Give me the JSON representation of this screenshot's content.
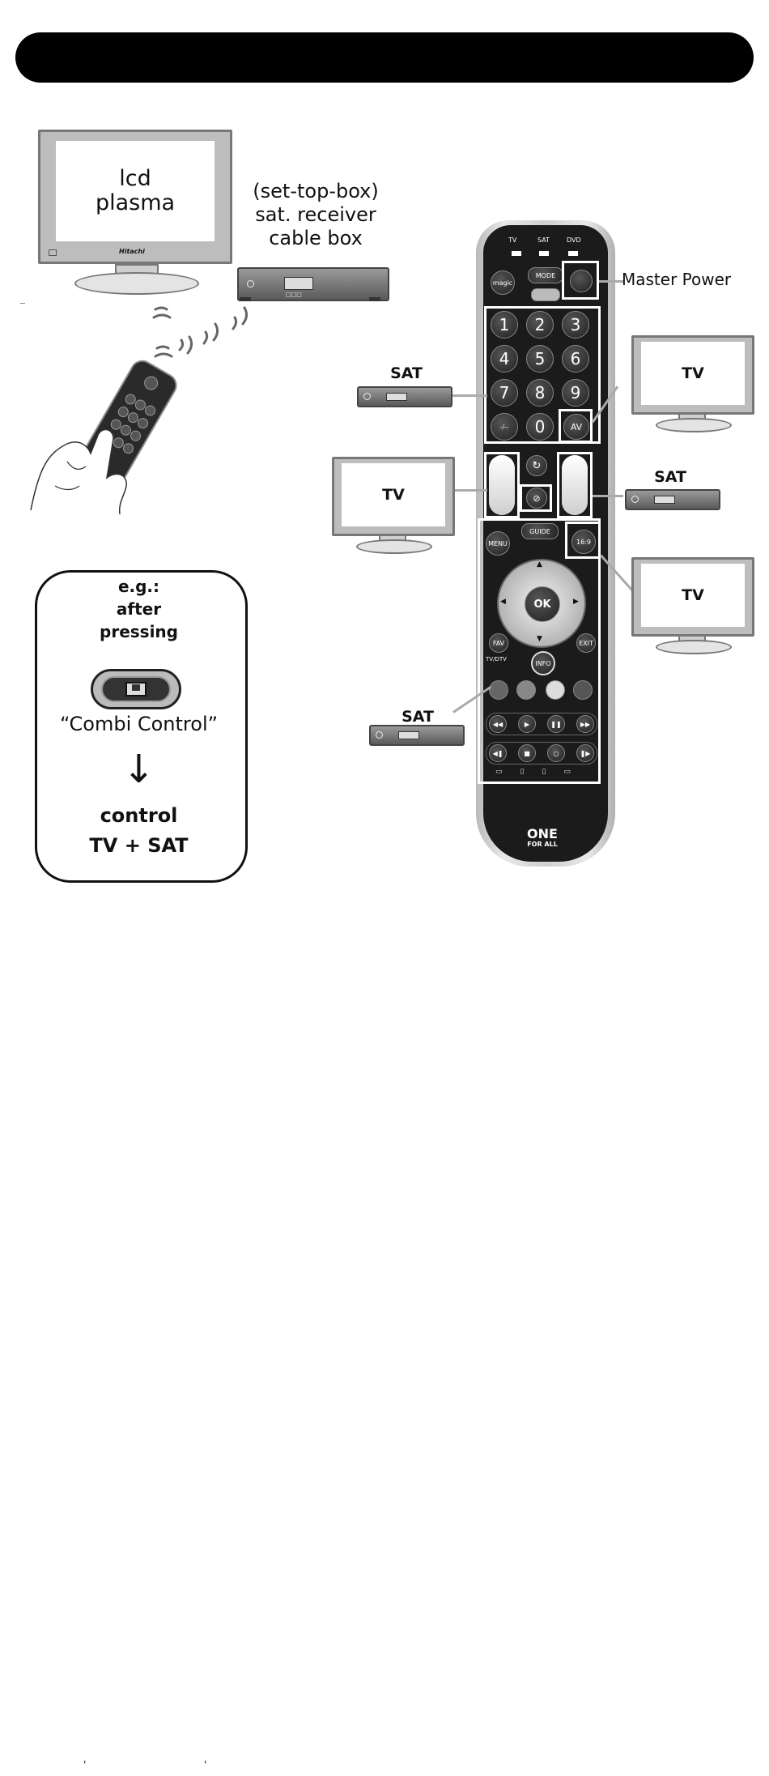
{
  "top_diagram": {
    "tv_screen_text": "lcd\nplasma",
    "tv_brand": "Hitachi",
    "stb_caption": "(set-top-box)\nsat. receiver\ncable box"
  },
  "remote": {
    "mode_labels": [
      "TV",
      "SAT",
      "DVD"
    ],
    "magic": "magic",
    "mode": "MODE",
    "digits": [
      "1",
      "2",
      "3",
      "4",
      "5",
      "6",
      "7",
      "8",
      "9",
      "-/--",
      "0",
      "AV"
    ],
    "guide": "GUIDE",
    "menu": "MENU",
    "aspect": "16:9",
    "ok": "OK",
    "fav": "FAV",
    "exit": "EXIT",
    "info": "INFO",
    "tvdtv": "TV/DTV",
    "brand_line1": "ONE",
    "brand_line2": "FOR ALL"
  },
  "callouts": {
    "master_power": "Master Power",
    "sat_1": "SAT",
    "tv_right_1": "TV",
    "tv_left": "TV",
    "sat_right": "SAT",
    "tv_right_2": "TV",
    "sat_2": "SAT"
  },
  "example_box": {
    "line1": "e.g.:",
    "line2": "after",
    "line3": "pressing",
    "button_name": "“Combi Control”",
    "arrow": "↓",
    "result1": "control",
    "result2": "TV + SAT"
  },
  "footer_marks": [
    "'",
    "'"
  ]
}
